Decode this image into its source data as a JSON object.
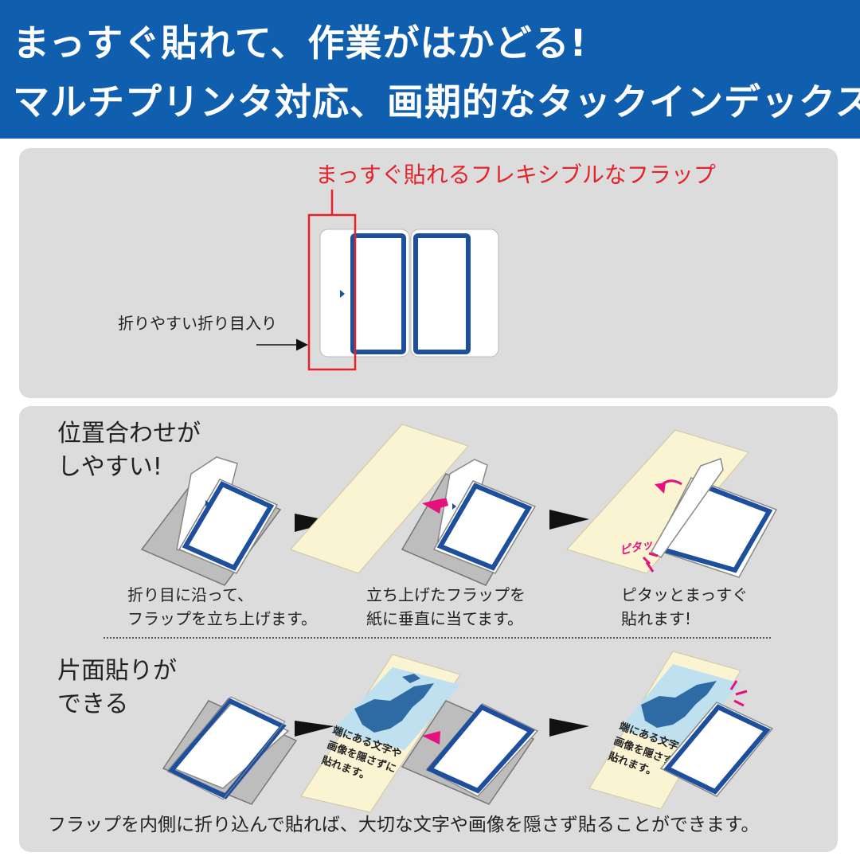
{
  "header": {
    "line1": "まっすぐ貼れて、作業がはかどる!",
    "line2": "マルチプリンタ対応、画期的なタックインデックス"
  },
  "top_panel": {
    "title": "まっすぐ貼れるフレキシブルなフラップ",
    "callout": "折りやすい折り目入り"
  },
  "section1": {
    "heading_line1": "位置合わせが",
    "heading_line2": "しやすい!",
    "steps": [
      {
        "line1": "折り目に沿って、",
        "line2": "フラップを立ち上げます。"
      },
      {
        "line1": "立ち上げたフラップを",
        "line2": "紙に垂直に当てます。"
      },
      {
        "line1": "ピタッとまっすぐ",
        "line2": "貼れます!"
      }
    ],
    "sound_effect": "ピタッ"
  },
  "section2": {
    "heading_line1": "片面貼りが",
    "heading_line2": "できる",
    "map_text": [
      "端にある文字や",
      "画像を隠さずに",
      "貼れます。"
    ]
  },
  "footer_note": "フラップを内側に折り込んで貼れば、大切な文字や画像を隠さず貼ることができます。",
  "colors": {
    "header_bg": "#0f5fae",
    "panel_bg": "#dcdcdc",
    "label_border": "#1e4f9c",
    "callout_red": "#e2232a",
    "arrow_pink": "#e5127d",
    "paper": "#fbf4d2",
    "map_sea": "#bfe0ee",
    "map_land": "#2e6aa3"
  }
}
